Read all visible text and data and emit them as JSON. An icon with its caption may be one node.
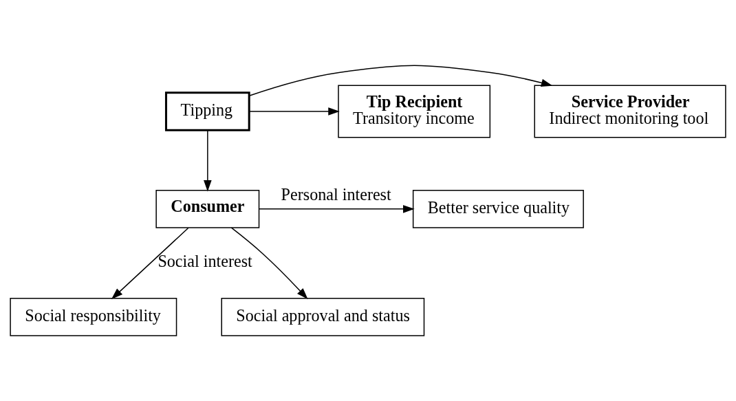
{
  "diagram": {
    "nodes": [
      {
        "text": [
          "Service Provider",
          "Indirect monitoring tool"
        ]
      },
      {
        "text": [
          "Tipping"
        ]
      },
      {
        "text": [
          "Tip Recipient",
          "Transitory income"
        ]
      },
      {
        "text": [
          "Consumer"
        ]
      },
      {
        "text": [
          "Better service quality"
        ]
      },
      {
        "text": [
          "Social responsibility"
        ]
      },
      {
        "text": [
          "Social approval and status"
        ]
      }
    ],
    "edges": [
      {
        "from": 1,
        "to": 0,
        "arrow": "to"
      },
      {
        "from": 1,
        "to": 2,
        "arrow": "to"
      },
      {
        "from": 1,
        "to": 3,
        "arrow": "to"
      },
      {
        "from": 3,
        "to": 4,
        "label": "Personal interest",
        "arrow": "to"
      },
      {
        "from": 3,
        "to": 5,
        "label": "Social interest",
        "arrow": "to"
      },
      {
        "from": 3,
        "to": 6,
        "arrow": "to"
      }
    ]
  }
}
